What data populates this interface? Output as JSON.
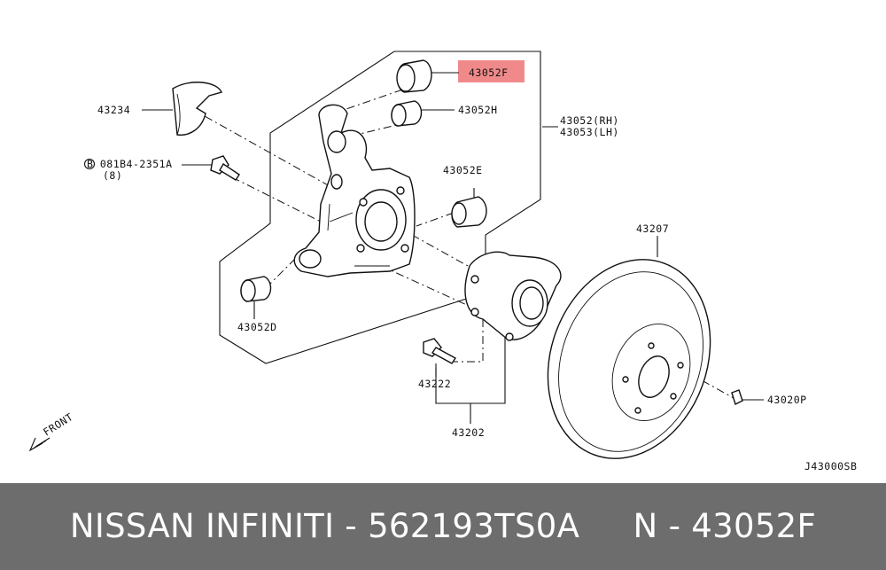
{
  "diagram": {
    "labels": {
      "p43052f": "43052F",
      "p43052h": "43052H",
      "p43052rh": "43052(RH)",
      "p43053lh": "43053(LH)",
      "p43052e": "43052E",
      "p43052d": "43052D",
      "p43234": "43234",
      "p08184": "B 081B4-2351A",
      "p08184_qty": "(8)",
      "p43207": "43207",
      "p43222": "43222",
      "p43202": "43202",
      "p43020p": "43020P",
      "front": "FRONT",
      "drawing_code": "J43000SB"
    },
    "highlight_color": "#f08a8a"
  },
  "footer": {
    "text": "NISSAN INFINITI - 562193TS0A     N - 43052F",
    "background": "#6d6d6d",
    "text_color": "#ffffff"
  }
}
